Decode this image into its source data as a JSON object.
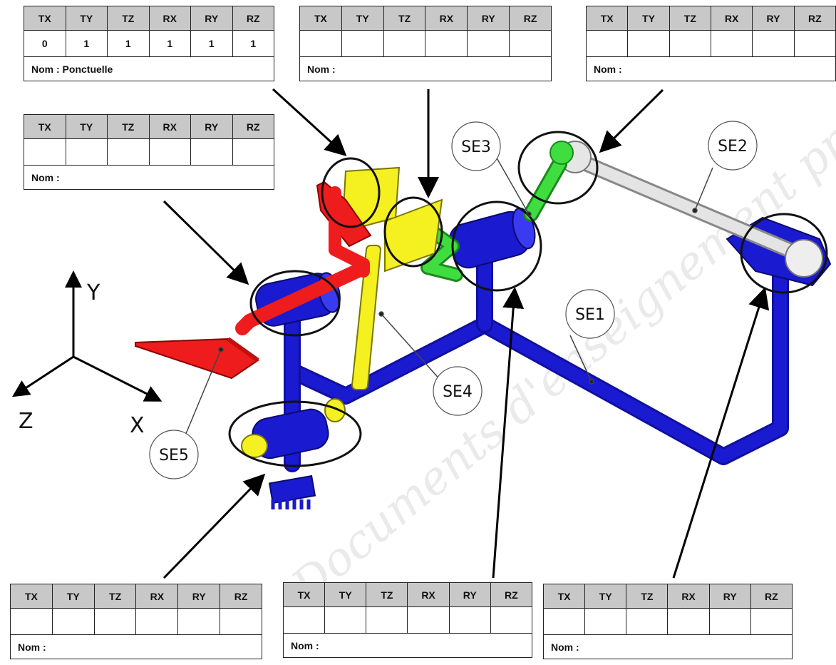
{
  "headers": [
    "TX",
    "TY",
    "TZ",
    "RX",
    "RY",
    "RZ"
  ],
  "name_prefix": "Nom :",
  "tables": [
    {
      "id": "t1",
      "values": [
        "0",
        "1",
        "1",
        "1",
        "1",
        "1"
      ],
      "name": "Nom : Ponctuelle"
    },
    {
      "id": "t2",
      "values": [
        "",
        "",
        "",
        "",
        "",
        ""
      ],
      "name": "Nom :"
    },
    {
      "id": "t3",
      "values": [
        "",
        "",
        "",
        "",
        "",
        ""
      ],
      "name": "Nom :"
    },
    {
      "id": "t4",
      "values": [
        "",
        "",
        "",
        "",
        "",
        ""
      ],
      "name": "Nom :"
    },
    {
      "id": "t5",
      "values": [
        "",
        "",
        "",
        "",
        "",
        ""
      ],
      "name": "Nom :"
    },
    {
      "id": "t6",
      "values": [
        "",
        "",
        "",
        "",
        "",
        ""
      ],
      "name": "Nom :"
    },
    {
      "id": "t7",
      "values": [
        "",
        "",
        "",
        "",
        "",
        ""
      ],
      "name": "Nom :"
    }
  ],
  "subassemblies": [
    "SE1",
    "SE2",
    "SE3",
    "SE4",
    "SE5"
  ],
  "axes": {
    "y": "Y",
    "z": "Z",
    "x": "X"
  },
  "watermark": "Documents d'enseignement professionnel – Réseau Canopé",
  "colors": {
    "se1": "#1a1ad0",
    "se2": "#d9d9d9",
    "se3": "#33cc33",
    "se4": "#f5f020",
    "se5": "#ee1c1c"
  }
}
